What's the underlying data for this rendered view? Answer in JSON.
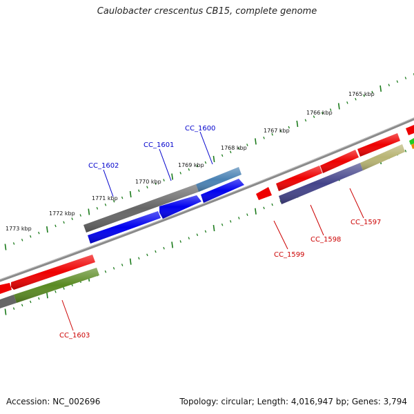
{
  "title": "Caulobacter crescentus CB15, complete genome",
  "footer": {
    "accession": "Accession: NC_002696",
    "topology": "Topology: circular; Length: 4,016,947 bp; Genes: 3,794"
  },
  "ruler": {
    "labels": [
      "1765 kbp",
      "1766 kbp",
      "1767 kbp",
      "1768 kbp",
      "1769 kbp",
      "1770 kbp",
      "1771 kbp",
      "1772 kbp",
      "1773 kbp"
    ]
  },
  "genes": {
    "forward_labels": [
      "CC_1600",
      "CC_1601",
      "CC_1602"
    ],
    "reverse_labels": [
      "CC_1597",
      "CC_1598",
      "CC_1599",
      "CC_1603"
    ]
  },
  "colors": {
    "forward_label": "#0000cc",
    "reverse_label": "#cc0000",
    "tick": "#1a7a1a",
    "backbone": "#888888",
    "red_gene": "#ee0000",
    "blue_gene": "#0000ee",
    "gray_gene": "#666666",
    "steel_gene": "#4a82b4",
    "navy_gene": "#44448a",
    "khaki_gene": "#b8b473",
    "olive_gene": "#5a8a22"
  }
}
